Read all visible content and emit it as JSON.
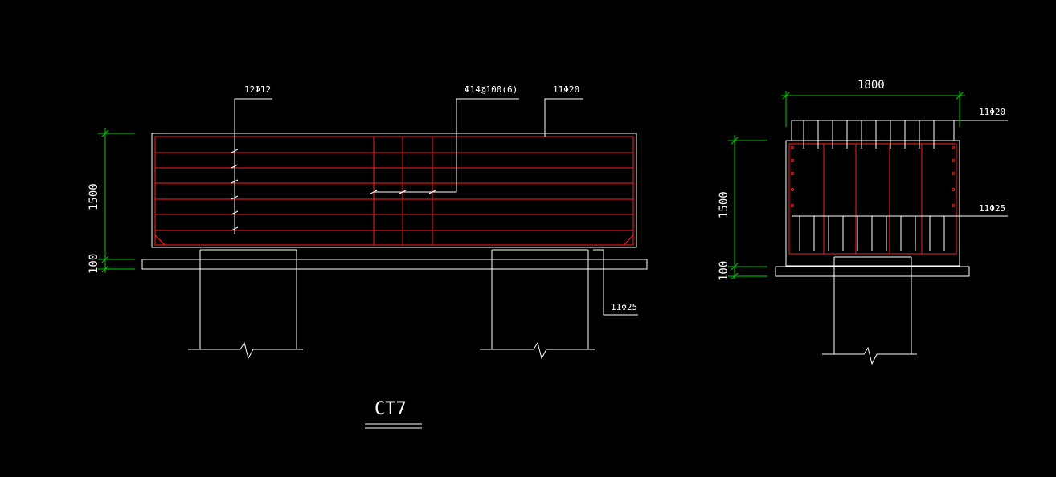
{
  "drawing": {
    "title": "CT7"
  },
  "elevation": {
    "label_side_bars": "12Φ12",
    "label_stirrups": "Φ14@100(6)",
    "label_top_bars": "11Φ20",
    "label_bottom_bars": "11Φ25",
    "dim_height": "1500",
    "dim_cushion": "100"
  },
  "section": {
    "dim_width": "1800",
    "label_top_bars": "11Φ20",
    "label_bottom_bars": "11Φ25",
    "dim_height": "1500",
    "dim_cushion": "100"
  },
  "colors": {
    "background": "#000000",
    "outline": "#ffffff",
    "rebar": "#ff2020",
    "dimension": "#00cc00"
  }
}
